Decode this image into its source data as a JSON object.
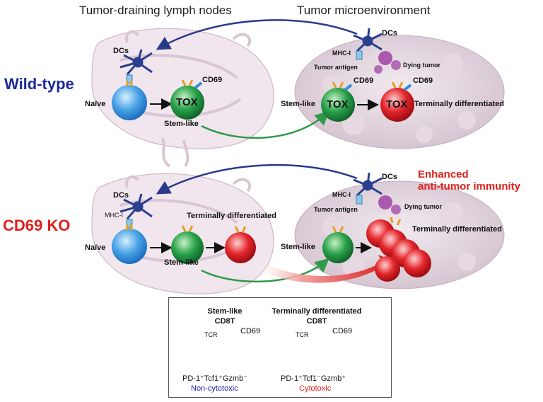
{
  "headers": {
    "lymph_nodes": "Tumor-draining lymph nodes",
    "microenvironment": "Tumor microenvironment"
  },
  "wild_type": {
    "title": "Wild-type",
    "title_color": "#1f2a9c",
    "dcs_lymph": "DCs",
    "naive": "Naïve",
    "tox": "TOX",
    "cd69": "CD69",
    "stem_like": "Stem-like",
    "dcs_tumor": "DCs",
    "mhc_i": "MHC-I",
    "tumor_antigen": "Tumor antigen",
    "dying_tumor": "Dying tumor",
    "stem_like_tumor": "Stem-like",
    "tox_stem": "TOX",
    "cd69_stem": "CD69",
    "tox_term": "TOX",
    "cd69_term": "CD69",
    "terminally_differentiated": "Terminally differentiated"
  },
  "cd69_ko": {
    "title": "CD69 KO",
    "title_color": "#e0201b",
    "enhanced_line1": "Enhanced",
    "enhanced_line2": "anti-tumor immunity",
    "dcs_lymph": "DCs",
    "mhc_i_lymph": "MHC-I",
    "naive": "Naïve",
    "stem_like": "Stem-like",
    "terminally_differentiated_lymph": "Terminally differentiated",
    "dcs_tumor": "DCs",
    "mhc_i_tumor": "MHC-I",
    "tumor_antigen": "Tumor antigen",
    "dying_tumor": "Dying tumor",
    "stem_like_tumor": "Stem-like",
    "terminally_differentiated_tumor": "Terminally differentiated"
  },
  "legend": {
    "stem_title_1": "Stem-like",
    "stem_title_2": "CD8T",
    "term_title_1": "Terminally differentiated",
    "term_title_2": "CD8T",
    "tcr": "TCR",
    "cd69": "CD69",
    "tcr_2": "TCR",
    "cd69_2": "CD69",
    "stem_marker": "PD-1⁺Tcf1⁺Gzmb⁻",
    "stem_function": "Non-cytotoxic",
    "term_marker": "PD-1⁺Tcf1⁻Gzmb⁺",
    "term_function": "Cytotoxic"
  },
  "colors": {
    "naive_cell": "#4aa3e6",
    "stem_cell": "#2aa24a",
    "term_cell": "#e3262c",
    "dc": "#2b3f8f",
    "tumor_antigen": "#9a3aa0",
    "tcr": "#e3a020",
    "cd69": "#2f8fd8",
    "arrow_green": "#2e9a4a",
    "arrow_blue": "#2a3a8a",
    "arrow_red": "#d91a1a",
    "non_cytotoxic": "#1f2a9c",
    "cytotoxic": "#e0201b"
  },
  "icons": [
    "dendritic-cell-icon",
    "tcr-receptor-icon",
    "cd69-receptor-icon",
    "mhc-i-icon",
    "tumor-antigen-icon",
    "lymph-node-icon",
    "tumor-mass-icon"
  ]
}
